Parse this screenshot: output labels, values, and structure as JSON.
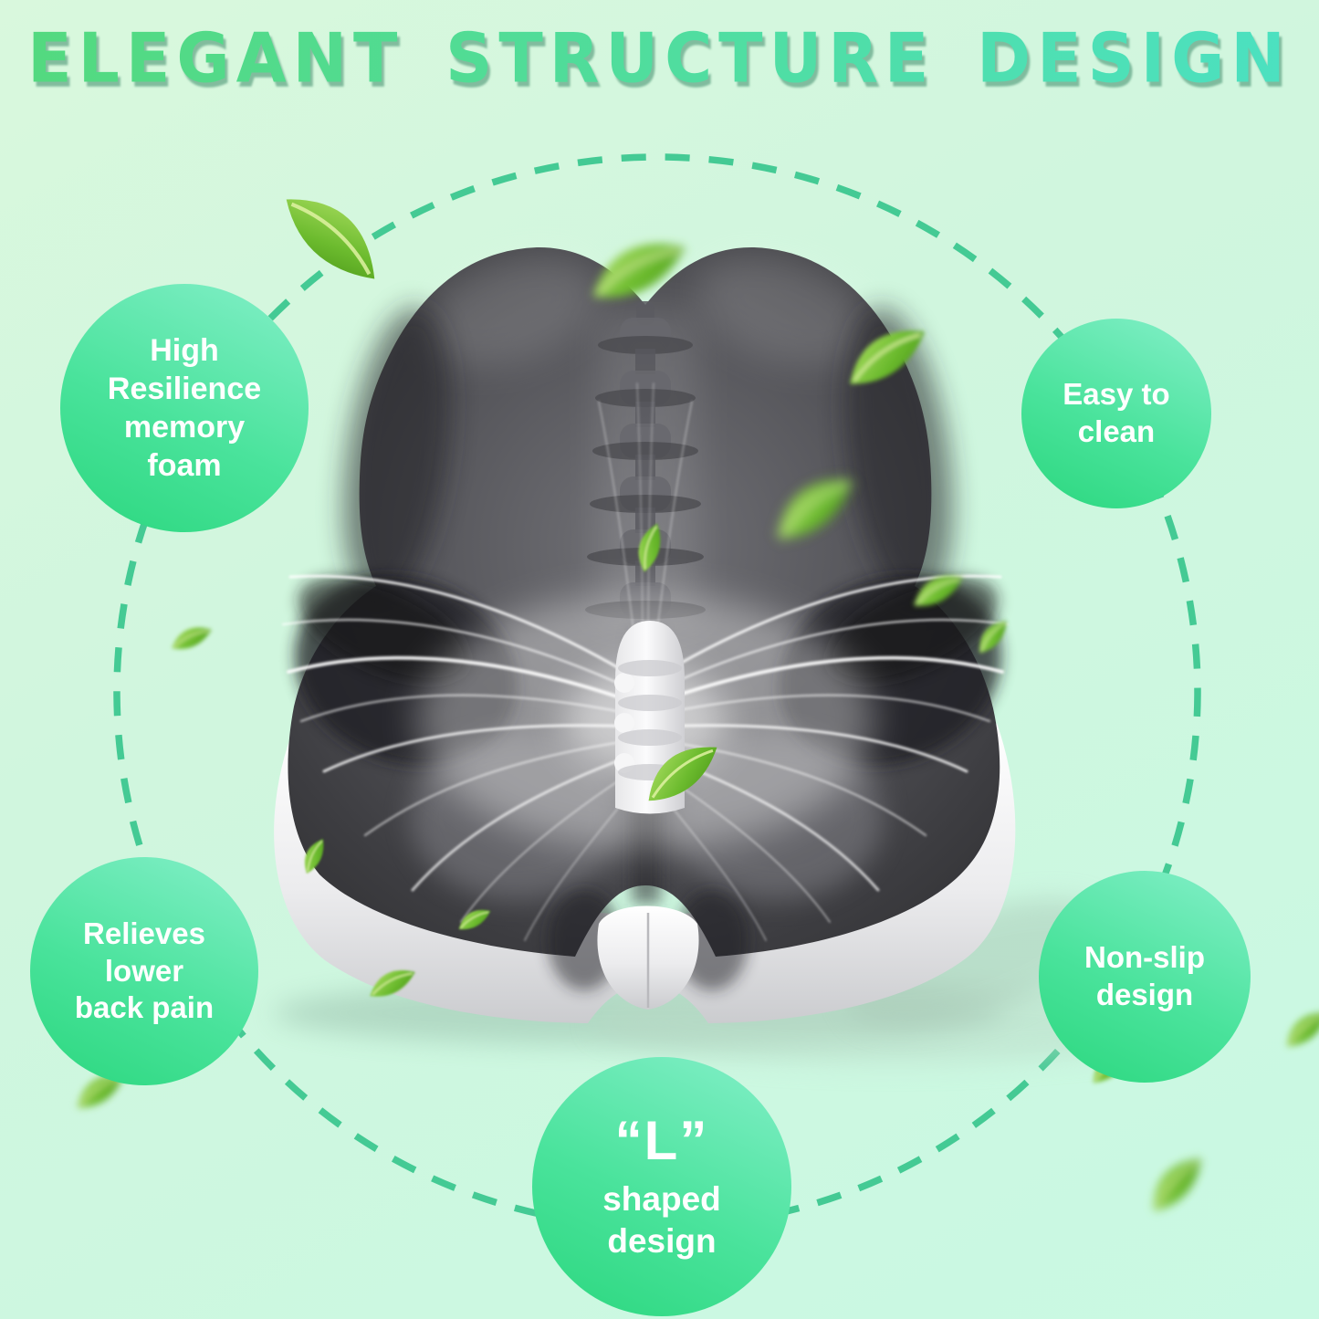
{
  "title": "ELEGANT STRUCTURE DESIGN",
  "features": {
    "high_resilience": {
      "lines": [
        "High",
        "Resilience",
        "memory",
        "foam"
      ]
    },
    "easy_clean": {
      "lines": [
        "Easy to",
        "clean"
      ]
    },
    "relieves": {
      "lines": [
        "Relieves",
        "lower",
        "back pain"
      ]
    },
    "non_slip": {
      "lines": [
        "Non-slip",
        "design"
      ]
    },
    "l_shaped": {
      "quote": "“L”",
      "lines": [
        "shaped",
        "design"
      ]
    }
  },
  "illustration": {
    "subject": "ergonomic L-shaped seat cushion cutaway with spine support, airflow lines and floating leaves"
  },
  "colors": {
    "background": "#cff7e0",
    "title_gradient_start": "#53d97e",
    "title_gradient_end": "#4ce1c2",
    "bubble_gradient_light": "#84efc9",
    "bubble_gradient_dark": "#2bd77e",
    "dashed_circle": "#3cc78f",
    "cushion_dark": "#4a4a4f",
    "cushion_base": "#f2f2f4",
    "leaf_green": "#5fae27"
  }
}
